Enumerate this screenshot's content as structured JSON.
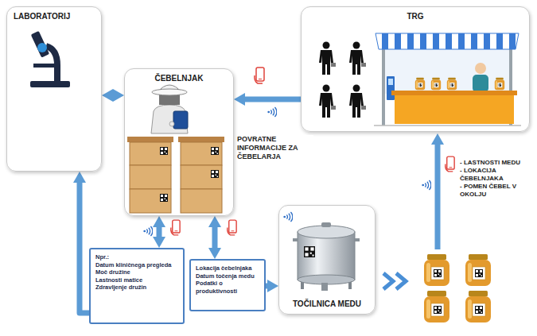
{
  "diagram": {
    "nodes": [
      {
        "text": [
          "LABORATORIJ"
        ]
      },
      {
        "text": [
          "ČEBELNJAK"
        ]
      },
      {
        "text": [
          "TRG"
        ]
      },
      {
        "text": [
          "Npr.:",
          "Datum kliničnega pregleda",
          "Moč družine",
          "Lastnosti matice",
          "Zdravljenje družin"
        ]
      },
      {
        "text": [
          "Lokacija čebelnjaka",
          "Datum točenja medu",
          "Podatki o produktivnosti"
        ]
      },
      {
        "text": [
          "TOČILNICA MEDU"
        ]
      }
    ],
    "edges": [
      {
        "from": 0,
        "to": 1,
        "arrow": "both"
      },
      {
        "from": 2,
        "to": 1,
        "arrow": "to",
        "label": "POVRATNE INFORMACIJE ZA ČEBELARJA"
      },
      {
        "from": 1,
        "to": 3,
        "arrow": "both"
      },
      {
        "from": 1,
        "to": 4,
        "arrow": "both"
      },
      {
        "from": 3,
        "to": 0,
        "arrow": "to"
      },
      {
        "from": 4,
        "to": 5,
        "arrow": "to"
      }
    ],
    "labels": [
      "- LASTNOSTI MEDU",
      "- LOKACIJA ČEBELNJAKA",
      "- POMEN ČEBEL V OKOLJU"
    ]
  }
}
